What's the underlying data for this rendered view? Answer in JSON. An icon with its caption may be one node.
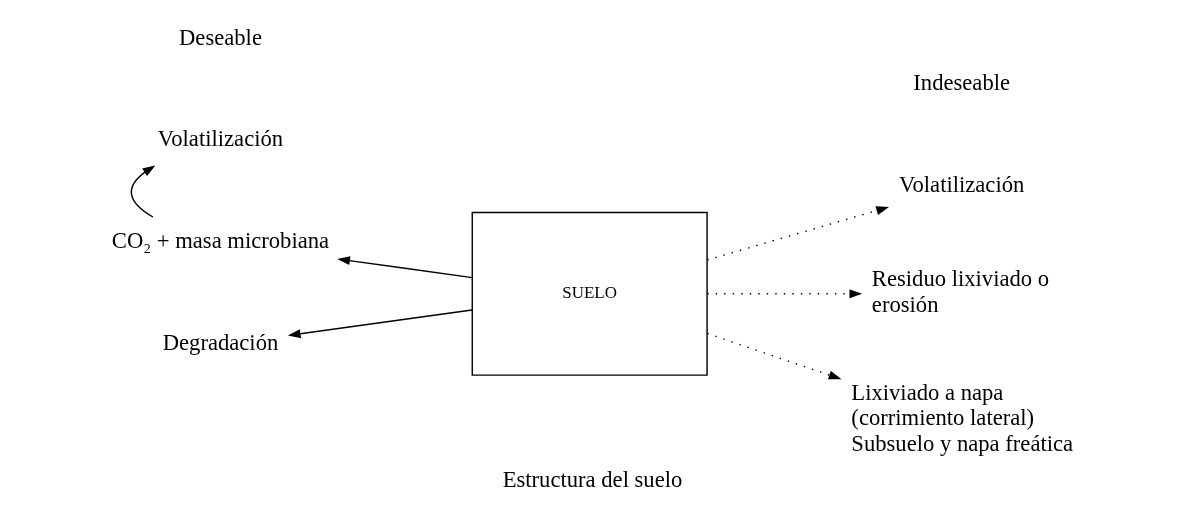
{
  "diagram": {
    "caption": "Estructura del suelo",
    "nodes": [
      {
        "text": [
          "SUELO"
        ]
      },
      {
        "text": [
          "Volatilización"
        ]
      },
      {
        "text": [
          "CO₂ + masa microbiana"
        ]
      },
      {
        "text": [
          "Degradación"
        ]
      },
      {
        "text": [
          "Volatilización"
        ]
      },
      {
        "text": [
          "Residuo lixiviado o erosión"
        ]
      },
      {
        "text": [
          "Lixiviado a napa (corrimiento lateral) Subsuelo y napa freática"
        ]
      }
    ],
    "edges": [
      {
        "from": 2,
        "to": 1,
        "arrow": "to"
      },
      {
        "from": 0,
        "to": 2,
        "arrow": "to"
      },
      {
        "from": 0,
        "to": 3,
        "arrow": "to"
      },
      {
        "from": 0,
        "to": 4,
        "arrow": "to",
        "style": "dashed"
      },
      {
        "from": 0,
        "to": 5,
        "arrow": "to",
        "style": "dashed"
      },
      {
        "from": 0,
        "to": 6,
        "arrow": "to",
        "style": "dashed"
      }
    ],
    "labels": [
      "Deseable",
      "Indeseable"
    ]
  }
}
